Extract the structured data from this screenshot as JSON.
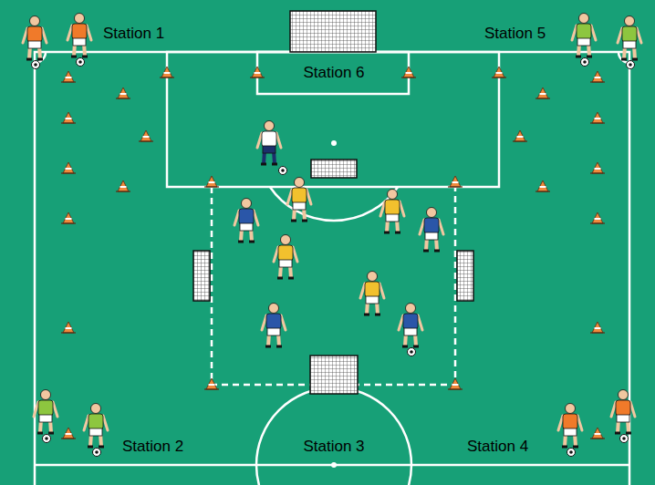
{
  "diagram": {
    "labels": [
      "Station 1",
      "Station 5",
      "Station 6",
      "Station 2",
      "Station 3",
      "Station 4"
    ]
  }
}
